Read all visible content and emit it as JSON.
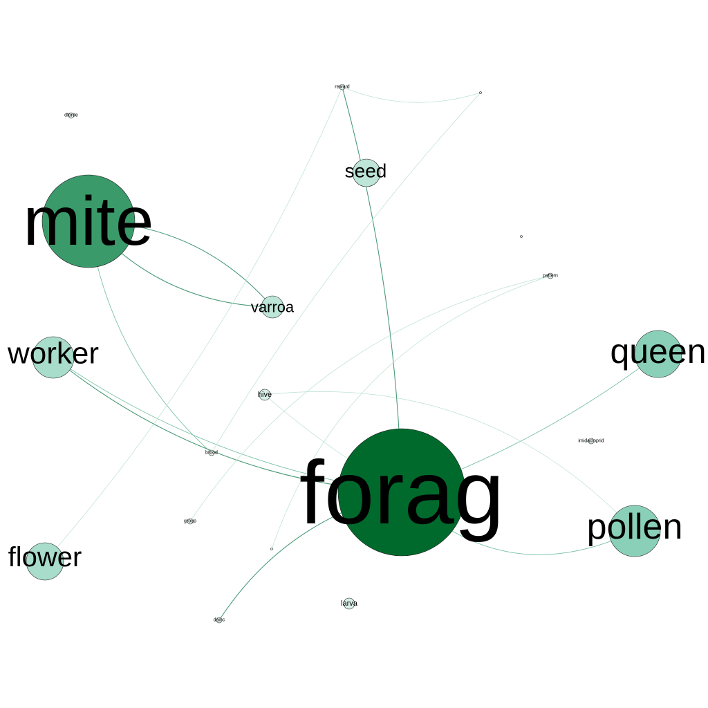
{
  "graph": {
    "nodes": [
      {
        "id": "forag",
        "label": "forag",
        "color": "#006a2c"
      },
      {
        "id": "mite",
        "label": "mite",
        "color": "#3a9a6a"
      },
      {
        "id": "queen",
        "label": "queen",
        "color": "#8ad0b8"
      },
      {
        "id": "pollen",
        "label": "pollen",
        "color": "#8ad0b8"
      },
      {
        "id": "worker",
        "label": "worker",
        "color": "#a8dccb"
      },
      {
        "id": "flower",
        "label": "flower",
        "color": "#a8dccb"
      },
      {
        "id": "seed",
        "label": "seed",
        "color": "#bde5d8"
      },
      {
        "id": "varroa",
        "label": "varroa",
        "color": "#bde5d8"
      },
      {
        "id": "hive",
        "label": "hive",
        "color": "#d8efe7"
      },
      {
        "id": "larva",
        "label": "larva",
        "color": "#d8efe7"
      },
      {
        "id": "reward",
        "label": "reward",
        "color": "#e6f4ee"
      },
      {
        "id": "dforde",
        "label": "dforde",
        "color": "#e6f4ee"
      },
      {
        "id": "pattern",
        "label": "pattern",
        "color": "#e6f4ee"
      },
      {
        "id": "imidacloprid",
        "label": "imidacloprid",
        "color": "#e6f4ee"
      },
      {
        "id": "brood",
        "label": "brood",
        "color": "#e6f4ee"
      },
      {
        "id": "group",
        "label": "group",
        "color": "#e6f4ee"
      },
      {
        "id": "dainc",
        "label": "dainc",
        "color": "#e6f4ee"
      },
      {
        "id": "n1",
        "label": "",
        "color": "#e6f4ee"
      },
      {
        "id": "n2",
        "label": "",
        "color": "#e6f4ee"
      },
      {
        "id": "n3",
        "label": "",
        "color": "#e6f4ee"
      }
    ],
    "edges": [
      {
        "source": "mite",
        "target": "varroa",
        "weight": 3
      },
      {
        "source": "varroa",
        "target": "mite",
        "weight": 3
      },
      {
        "source": "mite",
        "target": "brood",
        "weight": 2
      },
      {
        "source": "worker",
        "target": "forag",
        "weight": 2
      },
      {
        "source": "forag",
        "target": "worker",
        "weight": 3
      },
      {
        "source": "forag",
        "target": "queen",
        "weight": 2
      },
      {
        "source": "forag",
        "target": "pollen",
        "weight": 2
      },
      {
        "source": "hive",
        "target": "pollen",
        "weight": 1
      },
      {
        "source": "hive",
        "target": "forag",
        "weight": 1
      },
      {
        "source": "forag",
        "target": "reward",
        "weight": 3
      },
      {
        "source": "reward",
        "target": "n1",
        "weight": 1
      },
      {
        "source": "n1",
        "target": "brood",
        "weight": 1
      },
      {
        "source": "reward",
        "target": "flower",
        "weight": 1
      },
      {
        "source": "pattern",
        "target": "group",
        "weight": 1
      },
      {
        "source": "pattern",
        "target": "n3",
        "weight": 1
      },
      {
        "source": "forag",
        "target": "dainc",
        "weight": 3
      }
    ]
  }
}
